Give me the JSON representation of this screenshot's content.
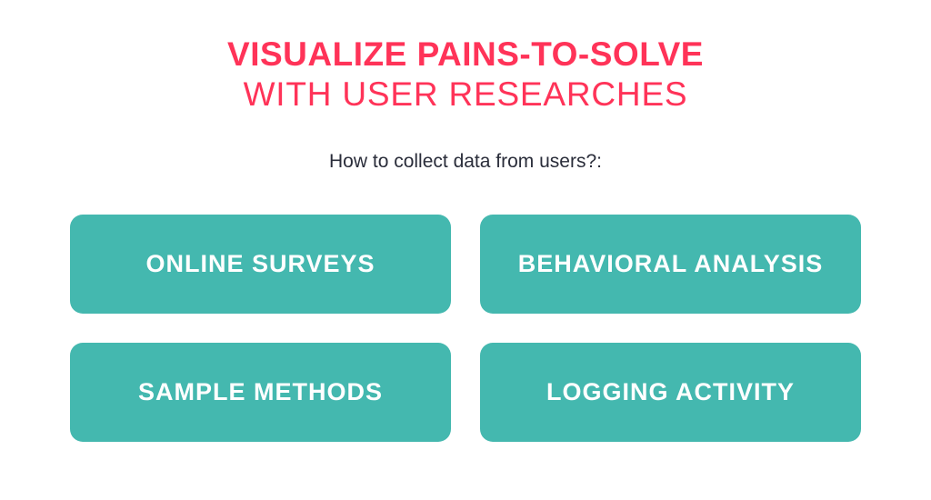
{
  "colors": {
    "accent": "#ff3358",
    "card_bg": "#44b8af",
    "text_dark": "#2a2d3a",
    "card_text": "#ffffff"
  },
  "header": {
    "title_line1": "VISUALIZE PAINS-TO-SOLVE",
    "title_line2": "WITH USER RESEARCHES",
    "subtitle": "How to collect data from users?:"
  },
  "cards": [
    {
      "label": "ONLINE SURVEYS"
    },
    {
      "label": "BEHAVIORAL ANALYSIS"
    },
    {
      "label": "SAMPLE METHODS"
    },
    {
      "label": "LOGGING ACTIVITY"
    }
  ]
}
